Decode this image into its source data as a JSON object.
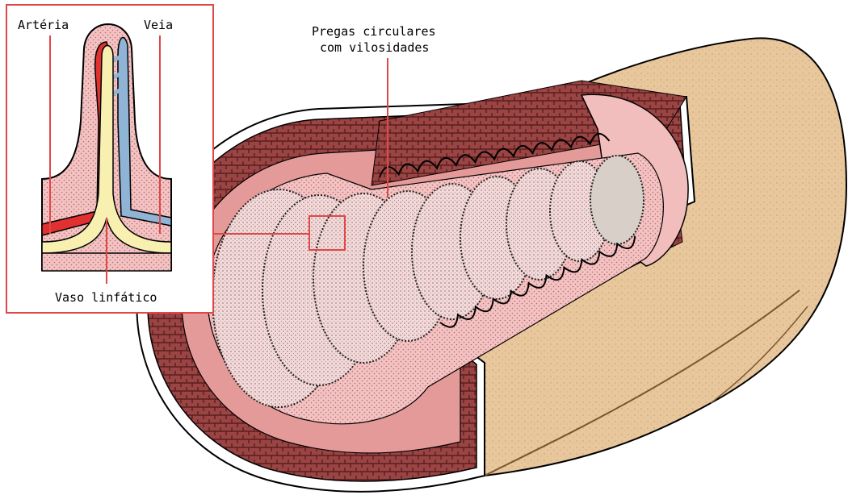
{
  "labels": {
    "artery": "Artéria",
    "vein": "Veia",
    "lymph": "Vaso linfático",
    "folds_line1": "Pregas circulares",
    "folds_line2": "com vilosidades"
  },
  "colors": {
    "background": "#ffffff",
    "skin": "#e6c49a",
    "skin_shadow": "#c8a071",
    "wall_dark": "#8a3a3a",
    "wall_mid": "#b05454",
    "mucosa_pink": "#f0b3b3",
    "lumen_pink": "#f7d4d4",
    "villi_dark": "#333333",
    "artery": "#e03030",
    "vein": "#8fb4d6",
    "lymph": "#f7f0b0",
    "callout_border": "#e04848",
    "inset_bg": "#ffffff",
    "line": "#000000"
  }
}
